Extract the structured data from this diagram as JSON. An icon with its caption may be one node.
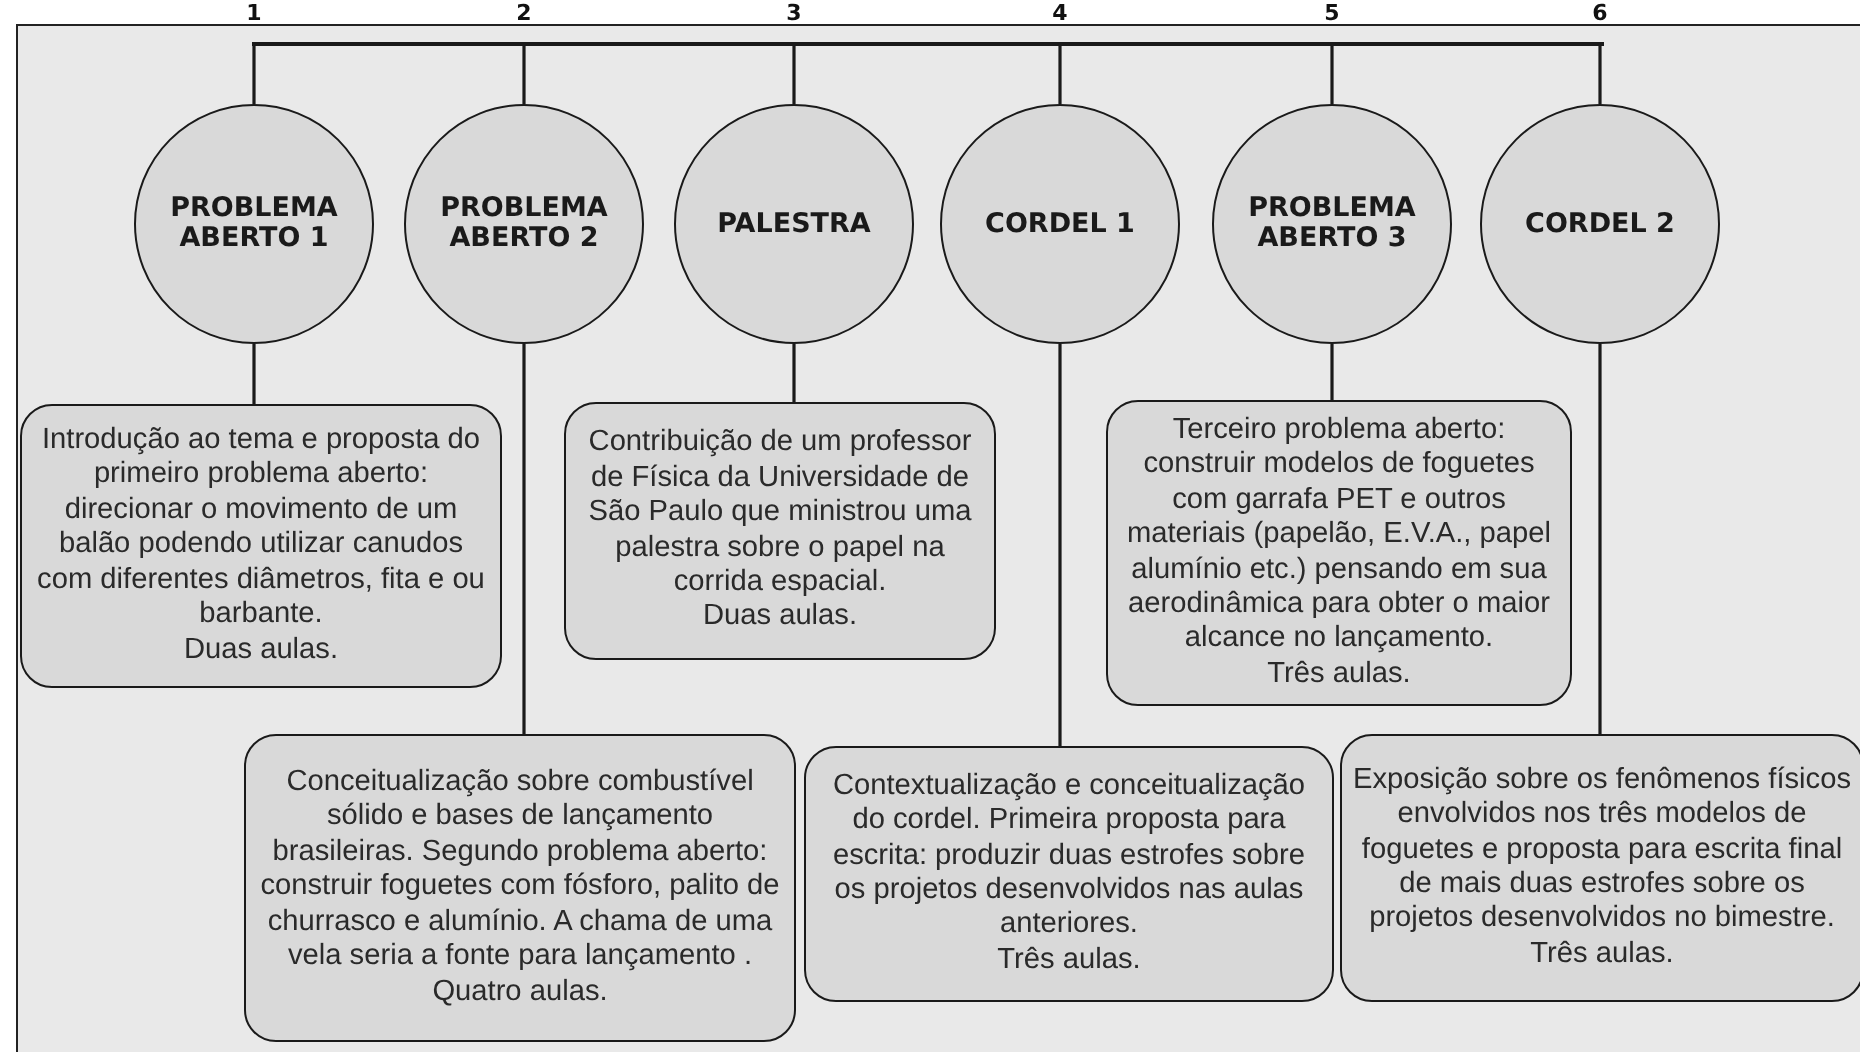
{
  "diagram": {
    "nodes": [
      {
        "text": [],
        "shape": "bar"
      },
      {
        "text": [
          "PROBLEMA ABERTO 1"
        ]
      },
      {
        "text": [
          "PROBLEMA ABERTO 2"
        ]
      },
      {
        "text": [
          "PALESTRA"
        ]
      },
      {
        "text": [
          "CORDEL 1"
        ]
      },
      {
        "text": [
          "PROBLEMA ABERTO 3"
        ]
      },
      {
        "text": [
          "CORDEL 2"
        ]
      },
      {
        "text": [
          "Introdução ao tema e proposta do primeiro problema aberto: direcionar o movimento de um balão podendo utilizar canudos com diferentes diâmetros, fita e ou barbante.",
          "Duas aulas."
        ]
      },
      {
        "text": [
          "Conceitualização sobre combustível sólido e bases de lançamento brasileiras. Segundo problema aberto: construir foguetes com fósforo, palito de churrasco e alumínio. A chama de uma vela seria a fonte para lançamento .",
          "Quatro aulas."
        ]
      },
      {
        "text": [
          "Contribuição de um professor de Física da Universidade de São Paulo que ministrou uma palestra sobre o papel na corrida espacial.",
          "Duas aulas."
        ]
      },
      {
        "text": [
          "Contextualização e conceitualização do cordel. Primeira proposta para escrita: produzir duas estrofes sobre os projetos desenvolvidos nas aulas anteriores.",
          "Três aulas."
        ]
      },
      {
        "text": [
          "Terceiro problema aberto: construir modelos de foguetes com garrafa PET e outros materiais (papelão, E.V.A., papel alumínio etc.) pensando em sua aerodinâmica para obter o maior alcance no lançamento.",
          "Três aulas."
        ]
      },
      {
        "text": [
          "Exposição sobre os fenômenos físicos envolvidos nos três modelos de foguetes e proposta para escrita final de mais duas estrofes sobre os projetos desenvolvidos no bimestre.",
          "Três aulas."
        ]
      }
    ],
    "edges": [
      {
        "from": 0,
        "to": 1,
        "arrow": "none"
      },
      {
        "from": 0,
        "to": 2,
        "arrow": "none"
      },
      {
        "from": 0,
        "to": 3,
        "arrow": "none"
      },
      {
        "from": 0,
        "to": 4,
        "arrow": "none"
      },
      {
        "from": 0,
        "to": 5,
        "arrow": "none"
      },
      {
        "from": 0,
        "to": 6,
        "arrow": "none"
      },
      {
        "from": 1,
        "to": 7,
        "arrow": "none"
      },
      {
        "from": 2,
        "to": 8,
        "arrow": "none"
      },
      {
        "from": 3,
        "to": 9,
        "arrow": "none"
      },
      {
        "from": 4,
        "to": 10,
        "arrow": "none"
      },
      {
        "from": 5,
        "to": 11,
        "arrow": "none"
      },
      {
        "from": 6,
        "to": 12,
        "arrow": "none"
      }
    ],
    "labels": [
      "1",
      "2",
      "3",
      "4",
      "5",
      "6"
    ]
  }
}
